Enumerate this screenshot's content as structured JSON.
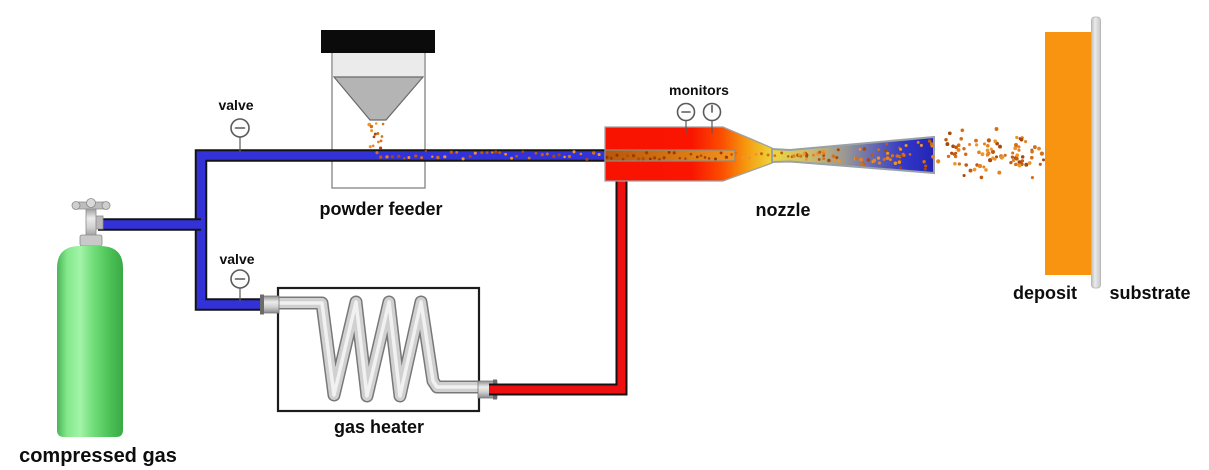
{
  "diagram": {
    "labels": {
      "compressed_gas": "compressed gas",
      "valve_top": "valve",
      "valve_bottom": "valve",
      "powder_feeder": "powder feeder",
      "gas_heater": "gas heater",
      "monitors": "monitors",
      "nozzle": "nozzle",
      "deposit": "deposit",
      "substrate": "substrate"
    },
    "colors": {
      "cold_pipe_blue": "#3232d8",
      "pipe_outline_black": "#141414",
      "hot_pipe_red": "#ee1010",
      "cylinder_green": "#66d96e",
      "nozzle_red": "#f81500",
      "nozzle_throat_yellow": "#edd53a",
      "nozzle_exit_blue": "#2324b4",
      "particle_orange": "#e8821e",
      "deposit_orange": "#f8940f",
      "substrate_gray": "#d9d9d9",
      "feeder_cap_black": "#0b0b0b",
      "funnel_gray": "#b4b4b4",
      "coil_silver": "#d0d0d0"
    },
    "icons": {
      "valve_top_gauge": "gauge-dial-dash",
      "valve_bottom_gauge": "gauge-dial-dash",
      "monitor_gauge_1": "gauge-dial-dash",
      "monitor_gauge_2": "gauge-dial-needle"
    }
  }
}
